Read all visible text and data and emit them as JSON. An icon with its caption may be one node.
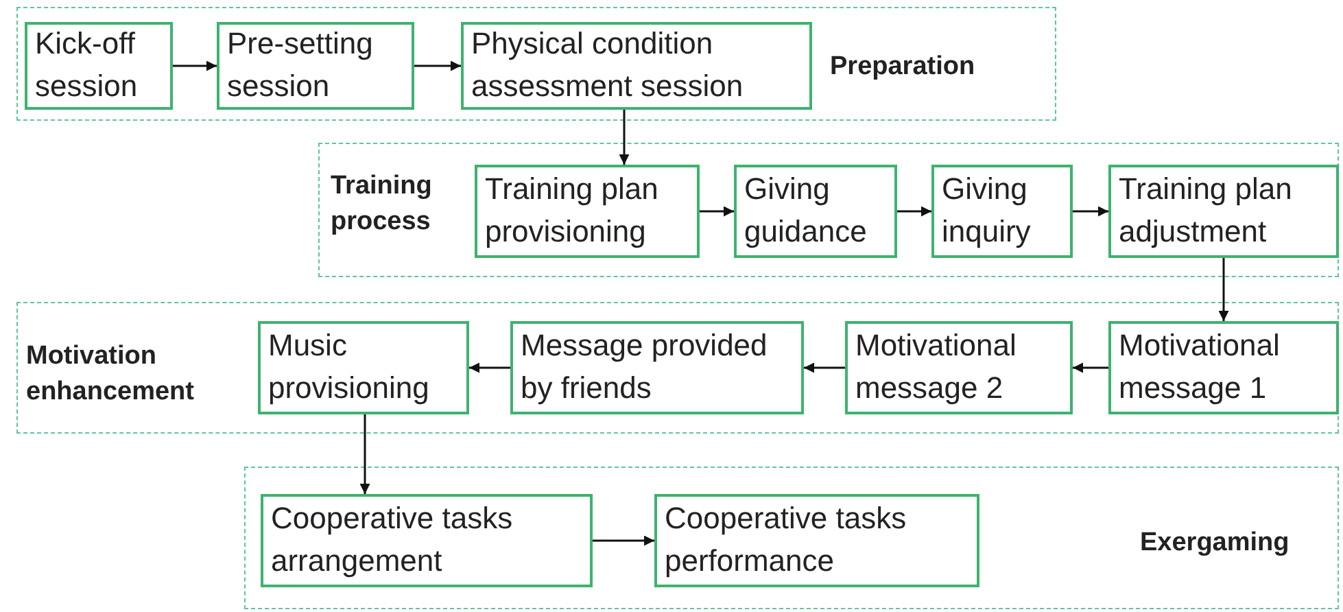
{
  "diagram": {
    "nodes": [
      {
        "text": [
          "Preparation"
        ]
      },
      {
        "text": [
          "Kick-off session"
        ],
        "in": 0
      },
      {
        "text": [
          "Pre-setting session"
        ],
        "in": 0
      },
      {
        "text": [
          "Physical condition assessment session"
        ],
        "in": 0
      },
      {
        "text": [
          "Training process"
        ]
      },
      {
        "text": [
          "Training plan provisioning"
        ],
        "in": 4
      },
      {
        "text": [
          "Giving guidance"
        ],
        "in": 4
      },
      {
        "text": [
          "Giving inquiry"
        ],
        "in": 4
      },
      {
        "text": [
          "Training plan adjustment"
        ],
        "in": 4
      },
      {
        "text": [
          "Motivation enhancement"
        ]
      },
      {
        "text": [
          "Music provisioning"
        ],
        "in": 9
      },
      {
        "text": [
          "Message provided by friends"
        ],
        "in": 9
      },
      {
        "text": [
          "Motivational message 2"
        ],
        "in": 9
      },
      {
        "text": [
          "Motivational message 1"
        ],
        "in": 9
      },
      {
        "text": [
          "Exergaming"
        ]
      },
      {
        "text": [
          "Cooperative tasks arrangement"
        ],
        "in": 14
      },
      {
        "text": [
          "Cooperative tasks performance"
        ],
        "in": 14
      }
    ],
    "edges": [
      {
        "from": 1,
        "to": 2,
        "arrow": "to"
      },
      {
        "from": 2,
        "to": 3,
        "arrow": "to"
      },
      {
        "from": 3,
        "to": 5,
        "arrow": "to"
      },
      {
        "from": 5,
        "to": 6,
        "arrow": "to"
      },
      {
        "from": 6,
        "to": 7,
        "arrow": "to"
      },
      {
        "from": 7,
        "to": 8,
        "arrow": "to"
      },
      {
        "from": 8,
        "to": 13,
        "arrow": "to"
      },
      {
        "from": 13,
        "to": 12,
        "arrow": "to"
      },
      {
        "from": 12,
        "to": 11,
        "arrow": "to"
      },
      {
        "from": 11,
        "to": 10,
        "arrow": "to"
      },
      {
        "from": 10,
        "to": 15,
        "arrow": "to"
      },
      {
        "from": 15,
        "to": 16,
        "arrow": "to"
      }
    ]
  }
}
